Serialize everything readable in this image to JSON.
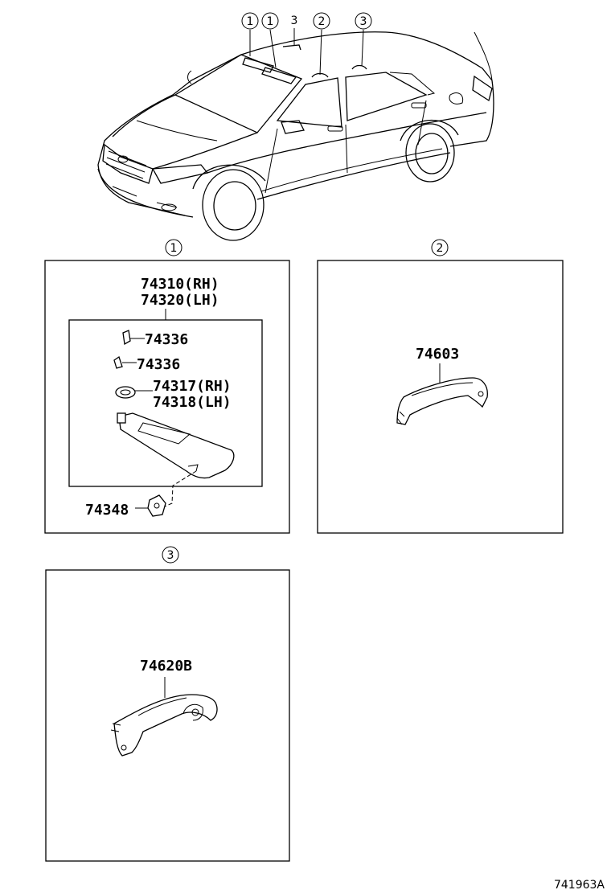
{
  "callouts": {
    "c1": "1",
    "c2": "2",
    "c3": "3"
  },
  "panel1": {
    "title": "1",
    "part_main_rh": "74310(RH)",
    "part_main_lh": "74320(LH)",
    "clip_a": "74336",
    "clip_b": "74336",
    "holder_rh": "74317(RH)",
    "holder_lh": "74318(LH)",
    "bracket": "74348"
  },
  "panel2": {
    "title": "2",
    "grip": "74603"
  },
  "panel3": {
    "title": "3",
    "grip": "74620B"
  },
  "diagram_code": "741963A"
}
